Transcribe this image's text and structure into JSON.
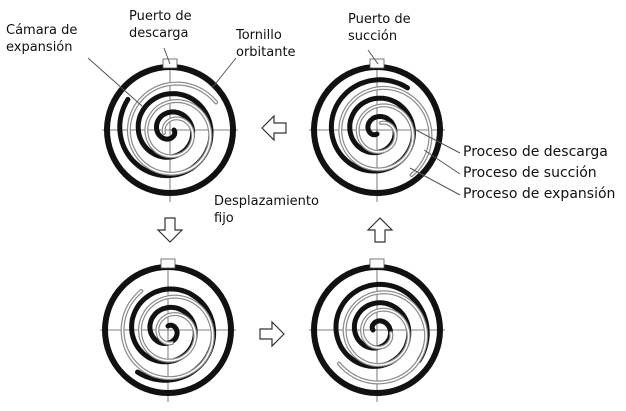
{
  "labels": {
    "expansion_chamber": [
      "Cámara de",
      "expansión"
    ],
    "discharge_port": [
      "Puerto de",
      "descarga"
    ],
    "orbiting_scroll": [
      "Tornillo",
      "orbitante"
    ],
    "suction_port": [
      "Puerto de",
      "succión"
    ],
    "fixed_scroll": [
      "Desplazamiento",
      "fijo"
    ]
  },
  "processes": [
    "Proceso de descarga",
    "Proceso de succión",
    "Proceso de expansión"
  ],
  "arrows": {
    "top_row": "left",
    "left_column": "down",
    "bottom_row": "right",
    "right_column": "up"
  },
  "colors": {
    "fixed_scroll": "#111111",
    "orbiting_scroll": "#8a8a8a",
    "lines": "#555555"
  }
}
